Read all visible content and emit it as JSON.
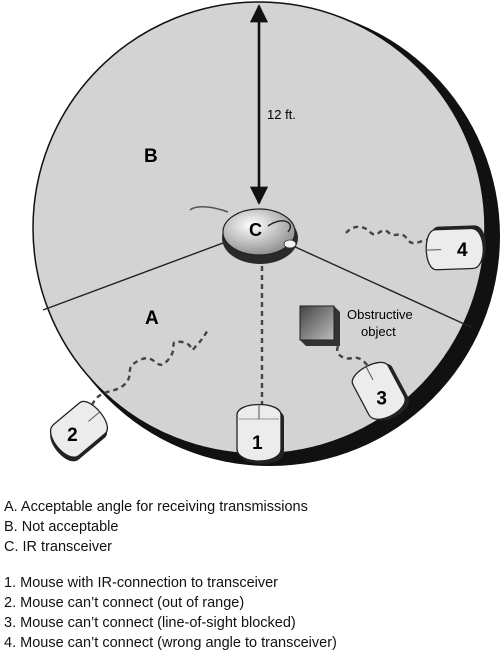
{
  "diagram": {
    "distance_label": "12 ft.",
    "zone_a_letter": "A",
    "zone_b_letter": "B",
    "transceiver_letter": "C",
    "obstacle_label_line1": "Obstructive",
    "obstacle_label_line2": "object",
    "mouse_1_number": "1",
    "mouse_2_number": "2",
    "mouse_3_number": "3",
    "mouse_4_number": "4"
  },
  "legend_zones": [
    "A. Acceptable angle for receiving transmissions",
    "B. Not acceptable",
    "C. IR transceiver"
  ],
  "legend_mice": [
    "1. Mouse with IR-connection to transceiver",
    "2. Mouse can’t connect (out of range)",
    "3. Mouse can’t connect (line-of-sight blocked)",
    "4. Mouse can’t connect (wrong angle to transceiver)"
  ],
  "colors": {
    "disc": "#d3d3d3",
    "disc_edge": "#111111",
    "mouse_body": "#ececec",
    "signal": "#444444"
  }
}
